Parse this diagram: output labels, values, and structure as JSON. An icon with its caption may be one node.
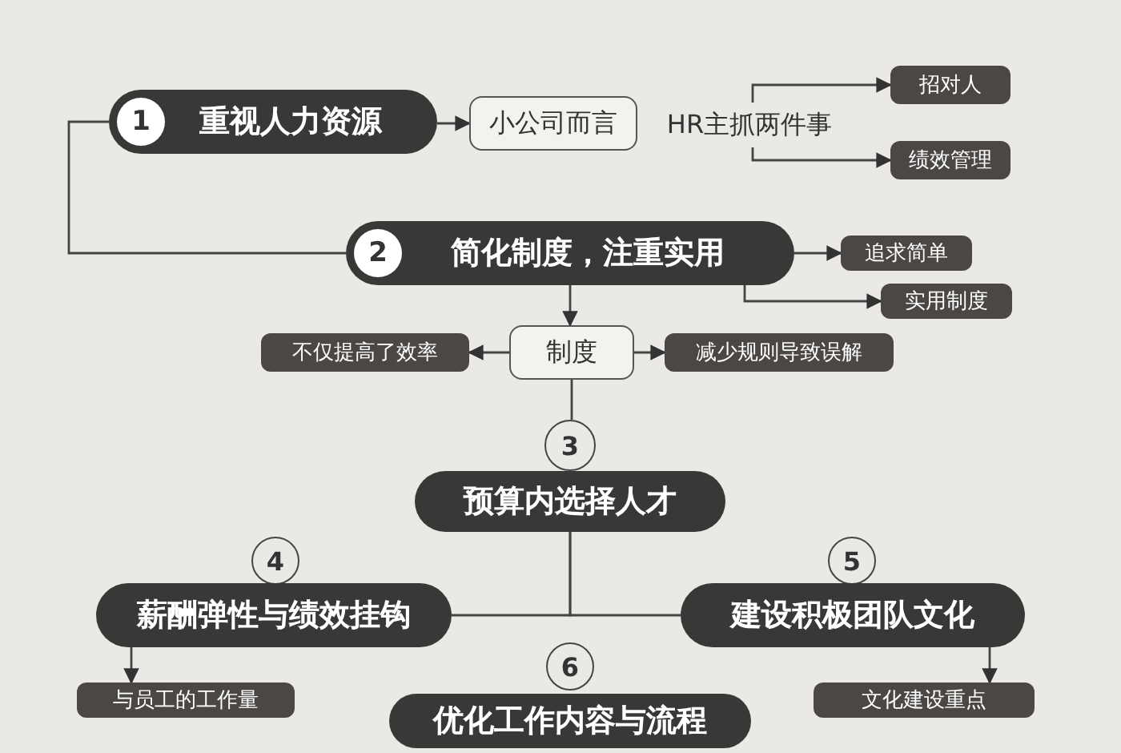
{
  "diagram": {
    "nodes": [
      {
        "text": [
          "1",
          "重视人力资源"
        ]
      },
      {
        "text": [
          "小公司而言"
        ]
      },
      {
        "text": [
          "HR主抓两件事"
        ]
      },
      {
        "text": [
          "招对人"
        ]
      },
      {
        "text": [
          "绩效管理"
        ]
      },
      {
        "text": [
          "2",
          "简化制度，注重实用"
        ]
      },
      {
        "text": [
          "追求简单"
        ]
      },
      {
        "text": [
          "实用制度"
        ]
      },
      {
        "text": [
          "制度"
        ]
      },
      {
        "text": [
          "不仅提高了效率"
        ]
      },
      {
        "text": [
          "减少规则导致误解"
        ]
      },
      {
        "text": [
          "3"
        ]
      },
      {
        "text": [
          "预算内选择人才"
        ]
      },
      {
        "text": [
          "4"
        ]
      },
      {
        "text": [
          "薪酬弹性与绩效挂钩"
        ]
      },
      {
        "text": [
          "5"
        ]
      },
      {
        "text": [
          "建设积极团队文化"
        ]
      },
      {
        "text": [
          "与员工的工作量"
        ]
      },
      {
        "text": [
          "6"
        ]
      },
      {
        "text": [
          "优化工作内容与流程"
        ]
      },
      {
        "text": [
          "文化建设重点"
        ]
      }
    ],
    "edges": [
      {
        "from": 0,
        "to": 1,
        "arrow": "to"
      },
      {
        "from": 0,
        "to": 5,
        "arrow": "none"
      },
      {
        "from": 2,
        "to": 3,
        "arrow": "to"
      },
      {
        "from": 2,
        "to": 4,
        "arrow": "to"
      },
      {
        "from": 5,
        "to": 6,
        "arrow": "to"
      },
      {
        "from": 5,
        "to": 7,
        "arrow": "to"
      },
      {
        "from": 5,
        "to": 8,
        "arrow": "to"
      },
      {
        "from": 8,
        "to": 9,
        "arrow": "to"
      },
      {
        "from": 8,
        "to": 10,
        "arrow": "to"
      },
      {
        "from": 8,
        "to": 11,
        "arrow": "none"
      },
      {
        "from": 12,
        "to": 14,
        "arrow": "none"
      },
      {
        "from": 12,
        "to": 16,
        "arrow": "none"
      },
      {
        "from": 14,
        "to": 17,
        "arrow": "to"
      },
      {
        "from": 16,
        "to": 20,
        "arrow": "to"
      }
    ]
  }
}
